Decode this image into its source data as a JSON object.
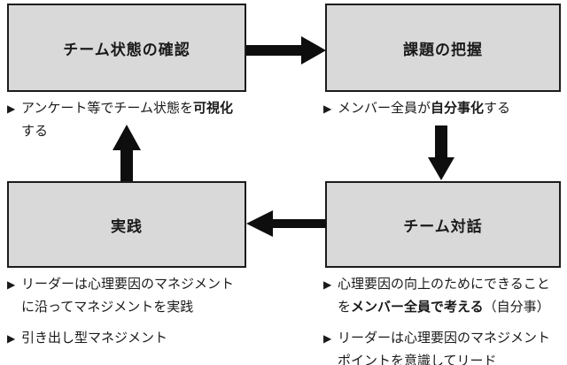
{
  "colors": {
    "background": "#ffffff",
    "box_fill": "#d9d9d9",
    "box_border": "#1c1c1c",
    "arrow": "#0e0e0e",
    "text": "#1a1a1a"
  },
  "bullet_glyph": "▶",
  "boxes": [
    {
      "id": "team-status-check",
      "title": "チーム状態の確認",
      "notes": [
        {
          "segments": [
            {
              "t": "アンケート等でチーム状態を"
            },
            {
              "t": "可視化",
              "b": true
            },
            {
              "t": "\nする"
            }
          ]
        }
      ]
    },
    {
      "id": "issue-grasp",
      "title": "課題の把握",
      "notes": [
        {
          "segments": [
            {
              "t": "メンバー全員が"
            },
            {
              "t": "自分事化",
              "b": true
            },
            {
              "t": "する"
            }
          ]
        }
      ]
    },
    {
      "id": "practice",
      "title": "実践",
      "notes": [
        {
          "segments": [
            {
              "t": "リーダーは心理要因のマネジメント\nに沿ってマネジメントを実践"
            }
          ]
        },
        {
          "segments": [
            {
              "t": "引き出し型マネジメント"
            }
          ]
        }
      ]
    },
    {
      "id": "team-dialogue",
      "title": "チーム対話",
      "notes": [
        {
          "segments": [
            {
              "t": "心理要因の向上のためにできること\nを"
            },
            {
              "t": "メンバー全員で考える",
              "b": true
            },
            {
              "t": "（自分事）"
            }
          ]
        },
        {
          "segments": [
            {
              "t": "リーダーは心理要因のマネジメント\nポイントを意識してリード"
            }
          ]
        }
      ]
    }
  ],
  "arrows": [
    {
      "name": "arrow-right-icon",
      "from": "チーム状態の確認",
      "to": "課題の把握"
    },
    {
      "name": "arrow-down-icon",
      "from": "課題の把握",
      "to": "チーム対話"
    },
    {
      "name": "arrow-left-icon",
      "from": "チーム対話",
      "to": "実践"
    },
    {
      "name": "arrow-up-icon",
      "from": "実践",
      "to": "チーム状態の確認"
    }
  ]
}
